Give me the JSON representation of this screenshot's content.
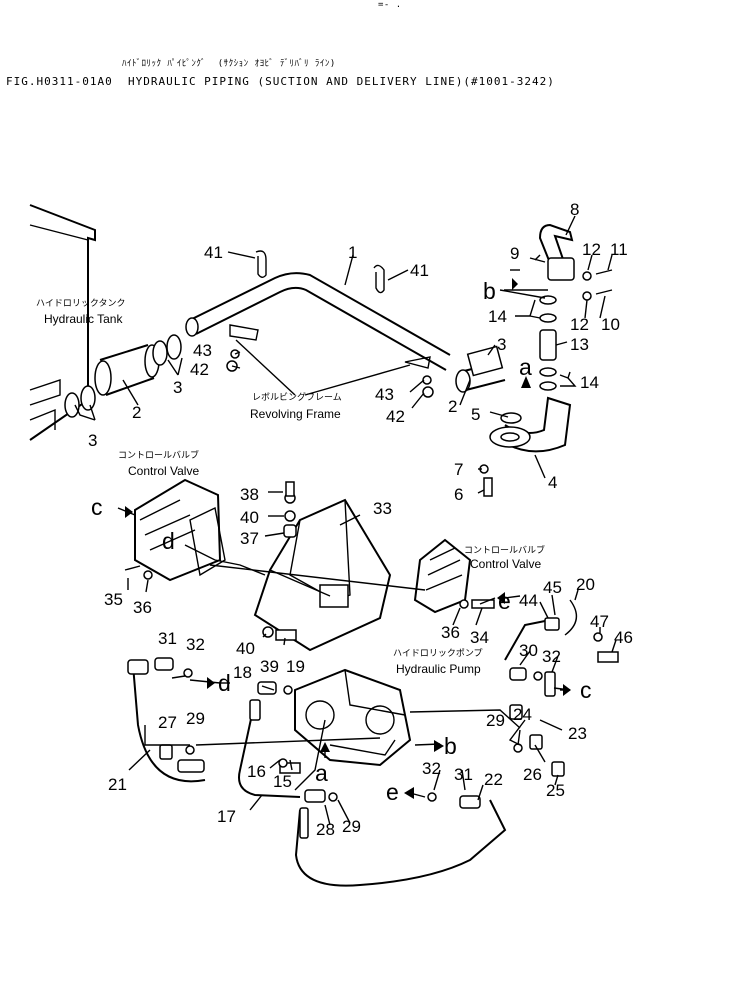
{
  "header": {
    "top_mark": "=- .",
    "jp_title": "ﾊｲﾄﾞﾛﾘｯｸ ﾊﾟｲﾋﾟﾝｸﾞ  (ｻｸｼｮﾝ ｵﾖﾋﾞ ﾃﾞﾘﾊﾞﾘ ﾗｲﾝ)",
    "en_title": "FIG.H0311-01A0  HYDRAULIC PIPING (SUCTION AND DELIVERY LINE)(#1001-3242)"
  },
  "components": {
    "tank_jp": "ハイドロリックタンク",
    "tank_en": "Hydraulic Tank",
    "frame_jp": "レボルビングフレーム",
    "frame_en": "Revolving Frame",
    "cv1_jp": "コントロールバルブ",
    "cv1_en": "Control Valve",
    "cv2_jp": "コントロールバルブ",
    "cv2_en": "Control Valve",
    "pump_jp": "ハイドロリックポンプ",
    "pump_en": "Hydraulic Pump"
  },
  "connections": {
    "a": "a",
    "b": "b",
    "c": "c",
    "d": "d",
    "e": "e"
  },
  "parts": {
    "p1": "1",
    "p2a": "2",
    "p2b": "2",
    "p3a": "3",
    "p3b": "3",
    "p3c": "3",
    "p4": "4",
    "p5": "5",
    "p6": "6",
    "p7": "7",
    "p8": "8",
    "p9": "9",
    "p10": "10",
    "p11": "11",
    "p12a": "12",
    "p12b": "12",
    "p13": "13",
    "p14a": "14",
    "p14b": "14",
    "p15": "15",
    "p16": "16",
    "p17": "17",
    "p18": "18",
    "p19": "19",
    "p20": "20",
    "p21": "21",
    "p22": "22",
    "p23": "23",
    "p24": "24",
    "p25": "25",
    "p26": "26",
    "p27": "27",
    "p28": "28",
    "p29a": "29",
    "p29b": "29",
    "p29c": "29",
    "p30": "30",
    "p31a": "31",
    "p31b": "31",
    "p32a": "32",
    "p32b": "32",
    "p32c": "32",
    "p33": "33",
    "p34": "34",
    "p35": "35",
    "p36a": "36",
    "p36b": "36",
    "p37": "37",
    "p38": "38",
    "p39": "39",
    "p40a": "40",
    "p40b": "40",
    "p41a": "41",
    "p41b": "41",
    "p42a": "42",
    "p42b": "42",
    "p43a": "43",
    "p43b": "43",
    "p44": "44",
    "p45": "45",
    "p46": "46",
    "p47": "47"
  }
}
